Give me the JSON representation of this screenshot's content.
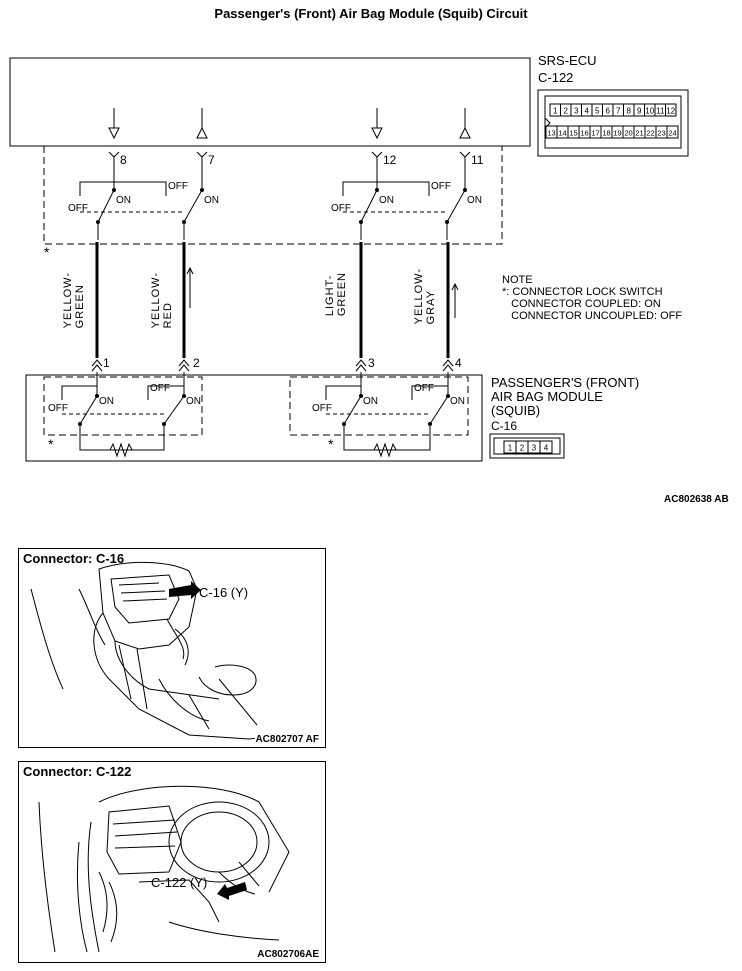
{
  "title": "Passenger's (Front) Air Bag Module (Squib) Circuit",
  "ecu": {
    "name": "SRS-ECU",
    "connector": "C-122",
    "pins_top": [
      "1",
      "2",
      "3",
      "4",
      "5",
      "6",
      "7",
      "8",
      "9",
      "10",
      "11",
      "12"
    ],
    "pins_bottom": [
      "13",
      "14",
      "15",
      "16",
      "17",
      "18",
      "19",
      "20",
      "21",
      "22",
      "23",
      "24"
    ],
    "terminals": [
      "8",
      "7",
      "12",
      "11"
    ]
  },
  "switch_labels": {
    "off": "OFF",
    "on": "ON"
  },
  "asterisk": "*",
  "wires": [
    {
      "line1": "YELLOW-",
      "line2": "GREEN",
      "terminal": "1"
    },
    {
      "line1": "YELLOW-",
      "line2": "RED",
      "terminal": "2"
    },
    {
      "line1": "LIGHT-",
      "line2": "GREEN",
      "terminal": "3"
    },
    {
      "line1": "YELLOW-",
      "line2": "GRAY",
      "terminal": "4"
    }
  ],
  "note": {
    "heading": "NOTE",
    "line1": "*: CONNECTOR LOCK SWITCH",
    "line2": "CONNECTOR COUPLED: ON",
    "line3": "CONNECTOR UNCOUPLED: OFF"
  },
  "module": {
    "line1": "PASSENGER'S (FRONT)",
    "line2": "AIR BAG MODULE",
    "line3": "(SQUIB)",
    "connector": "C-16",
    "pins": [
      "1",
      "2",
      "3",
      "4"
    ]
  },
  "diagram_code": "AC802638 AB",
  "locators": [
    {
      "title": "Connector: C-16",
      "callout": "C-16 (Y)",
      "code": "AC802707 AF"
    },
    {
      "title": "Connector: C-122",
      "callout": "C-122 (Y)",
      "code": "AC802706AE"
    }
  ]
}
